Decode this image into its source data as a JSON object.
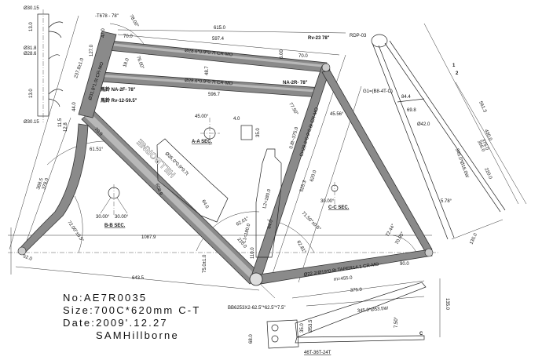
{
  "title_block": {
    "number": "No:AE7R0035",
    "size": "Size:700C*620mm C-T",
    "date": "Date:2009'.12.27",
    "designer": "SAMHillborne"
  },
  "head_tube_detail": {
    "top_diameter": "Ø30.15",
    "bottom_diameter": "Ø30.15",
    "upper_length": "13.0",
    "lower_length": "13.0",
    "outer_diameter": "Ø31.8",
    "inner_diameter": "Ø28.6"
  },
  "frame_dims": {
    "head_part": "-T678 - 78\"",
    "head_angle_top": "78.00°",
    "top_length": "615.0",
    "top_tube_length": "597.4",
    "top_tube_spec": "Ø28.6*0.9*0.7t CR-MO",
    "lower_top_tube_spec": "Ø28.6*0.9*0.7t CR-MO",
    "top_offset_left": "70.0",
    "top_offset_right": "70.0",
    "top_gap": "6.00",
    "rear_lug": "Rv-23 78\"",
    "tube_spacing": "48.7",
    "lower_tube_length": "596.7",
    "lug_na2f": "馬鈴 NA-2F- 78\"",
    "lug_rv12": "馬鈴 Rv-12-59.5\"",
    "lug_na2r": "NA-2R- 78\"",
    "head_tube_spec": "Ø31.8*1.0t CR-MO",
    "head_len_1": "47.0",
    "head_len_2": "127.0",
    "head_len_3": "237.8±1.0",
    "head_len_4": "44.0",
    "head_len_5": "11.5",
    "head_len_6": "12.8",
    "angle_7600": "76.00°",
    "len_18": "18.0",
    "down_lug_70": "70.0",
    "angle_6151": "61.51°",
    "fork_len_1": "388.5",
    "fork_len_2": "378.0",
    "fork_angle": "72.00°±0.5°",
    "fork_offset": "52.0",
    "wheelbase": "1087.9",
    "front_center": "643.5",
    "down_tube_length": "608.9",
    "down_tube_brand": "HILLBORNE",
    "down_tube_spec": "Ø35.0*0.9*0.7t",
    "bottle_dim_64": "64.0",
    "angle_7750": "77.50°",
    "angle_4556": "45.56°",
    "seat_dim": "0.8t~375.0",
    "seat_tube_spec": "CH28.6*0.9*0.6t CR-MO",
    "seat_tube_len": "525.3",
    "seat_tube_total": "620.0",
    "l2": "L2=180.0",
    "l1": "L1=180.0",
    "bottle_64b": "64.0",
    "angle_6201": "62.01°",
    "dim_210": "210.0",
    "dim_110": "110.0",
    "bb_drop": "75.0±1.0",
    "angle_7150": "71.50°±0.5°",
    "angle_6281": "62.81°",
    "angle_7244": "72.44°",
    "angle_7005": "70.05°",
    "chainstay_spec": "Ø22.2/Ø19*0.8t TAPER14.1 CR-MO",
    "chainstay_rear": "90.0",
    "chainstay_len": "rn=455.0",
    "rdp": "RDP-03",
    "g1": "G1=(B8-4T-C)"
  },
  "sections": {
    "aa": {
      "label": "A-A SEC.",
      "angle": "45.00°",
      "w": "4.0",
      "h": "35.0"
    },
    "bb": {
      "label": "B-B SEC.",
      "angle1": "30.00°",
      "angle2": "30.00°"
    },
    "cc": {
      "label": "C-C SEC.",
      "angle": "30.00°"
    }
  },
  "rear_detail": {
    "width_top": "84.4",
    "width_mid": "69.8",
    "dia": "Ø42.0",
    "len_a": "561.3",
    "len_b": "430.0",
    "len_c": "376.0",
    "len_d": "356.0",
    "len_e": "220.0",
    "stay_len": "345.0*Ø16.0W",
    "angle": "5.78°",
    "spacing": "135.0",
    "one": "1",
    "two": "2"
  },
  "chainstay_detail": {
    "bb_spec": "BB6253X2-62.5\"*62.5\"*7.5\"",
    "len_375": "375.0",
    "stay_spec": "345.0*Ø53.5W",
    "drop": "135.0",
    "angle": "7.50°",
    "h": "68.0",
    "d1": "Ø53.5",
    "d2": "35.0",
    "chainring": "46T-36T-24T",
    "c_marker": "C"
  }
}
